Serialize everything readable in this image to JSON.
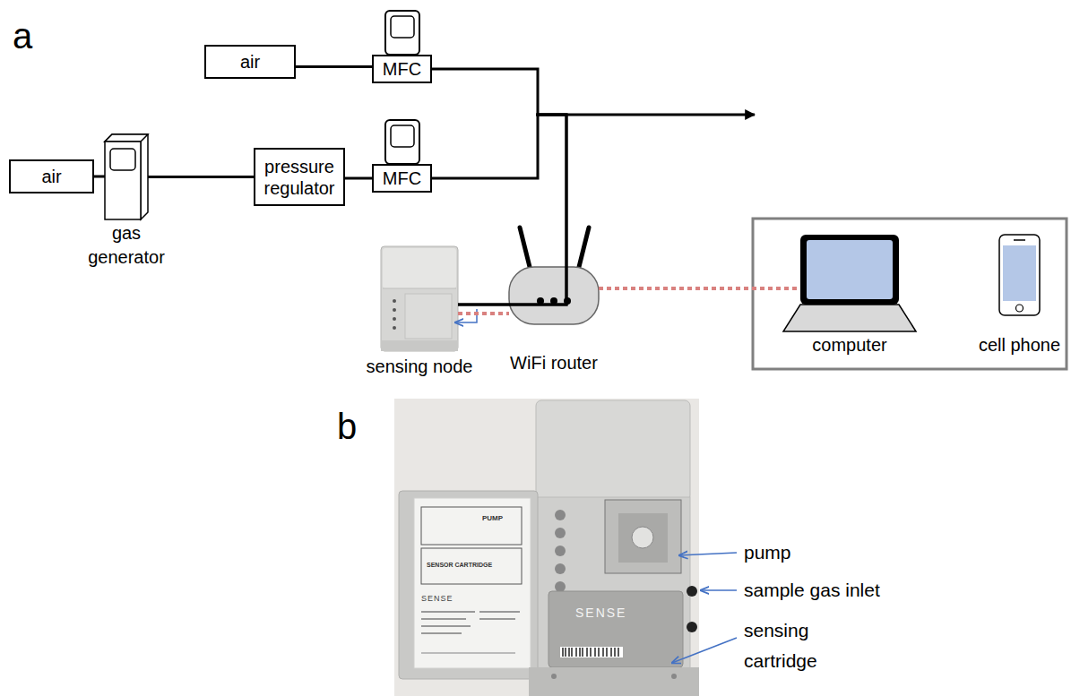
{
  "diagram": {
    "nodes": [
      {
        "text": [
          "air"
        ]
      },
      {
        "text": [
          "MFC"
        ]
      },
      {
        "text": [
          "air"
        ]
      },
      {
        "text": [
          "gas generator"
        ]
      },
      {
        "text": [
          "pressure regulator"
        ]
      },
      {
        "text": [
          "MFC"
        ]
      },
      {
        "text": [
          "sensing node"
        ]
      },
      {
        "text": [
          "WiFi router"
        ]
      },
      {
        "text": [
          "computer"
        ]
      },
      {
        "text": [
          "cell phone"
        ]
      }
    ],
    "edges": [
      {
        "from": 0,
        "to": 1,
        "arrow": "none"
      },
      {
        "from": 2,
        "to": 3,
        "arrow": "none"
      },
      {
        "from": 3,
        "to": 4,
        "arrow": "none"
      },
      {
        "from": 4,
        "to": 5,
        "arrow": "none"
      },
      {
        "from": 1,
        "to": 6,
        "arrow": "none"
      },
      {
        "from": 5,
        "to": 6,
        "arrow": "none"
      },
      {
        "from": 6,
        "to": 7,
        "arrow": "none"
      },
      {
        "from": 7,
        "to": 8,
        "arrow": "none"
      }
    ],
    "labels": [
      "a",
      "b",
      "pump",
      "sample gas inlet",
      "sensing cartridge",
      "PUMP",
      "SENSOR CARTRIDGE",
      "SENSE",
      "SENSE"
    ]
  }
}
